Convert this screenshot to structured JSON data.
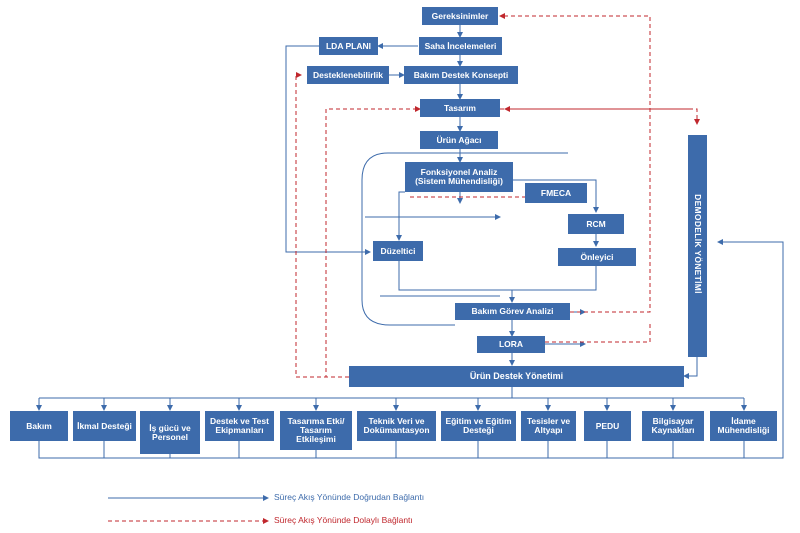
{
  "diagram": {
    "nodes": {
      "gereksinimler": "Gereksinimler",
      "saha": "Saha İncelemeleri",
      "lda": "LDA PLANI",
      "desteklenebilirlik": "Desteklenebilirlik",
      "bakim_destek_konsepti": "Bakım Destek Konsepti",
      "tasarim": "Tasarım",
      "urun_agaci": "Ürün Ağacı",
      "fonksiyonel_l1": "Fonksiyonel Analiz",
      "fonksiyonel_l2": "(Sistem Mühendisliği)",
      "fmeca": "FMECA",
      "rcm": "RCM",
      "duzeltici": "Düzeltici",
      "onleyici": "Önleyici",
      "bakim_gorev": "Bakım Görev Analizi",
      "lora": "LORA",
      "urun_destek": "Ürün Destek Yönetimi",
      "demodelik": "DEMODELİK YÖNETİMİ"
    },
    "bottom": [
      {
        "id": "bakim",
        "label": "Bakım"
      },
      {
        "id": "ikmal",
        "label": "İkmal Desteği"
      },
      {
        "id": "isgucu",
        "label": "İş gücü ve Personel"
      },
      {
        "id": "destek_test",
        "label": "Destek ve Test Ekipmanları"
      },
      {
        "id": "tasarim_etki",
        "label": "Tasarıma Etki/ Tasarım Etkileşimi"
      },
      {
        "id": "teknik_veri",
        "label": "Teknik Veri ve Dokümantasyon"
      },
      {
        "id": "egitim",
        "label": "Eğitim ve Eğitim Desteği"
      },
      {
        "id": "tesisler",
        "label": "Tesisler ve Altyapı"
      },
      {
        "id": "pedu",
        "label": "PEDU"
      },
      {
        "id": "bilgisayar",
        "label": "Bilgisayar Kaynakları"
      },
      {
        "id": "idame",
        "label": "İdame Mühendisliği"
      }
    ]
  },
  "legend": {
    "direct": "Süreç Akış Yönünde Doğrudan Bağlantı",
    "indirect": "Süreç Akış Yönünde Dolaylı Bağlantı"
  },
  "colors": {
    "box": "#3d6bab",
    "solid_line": "#3d6bab",
    "dashed_line": "#c0272d"
  }
}
